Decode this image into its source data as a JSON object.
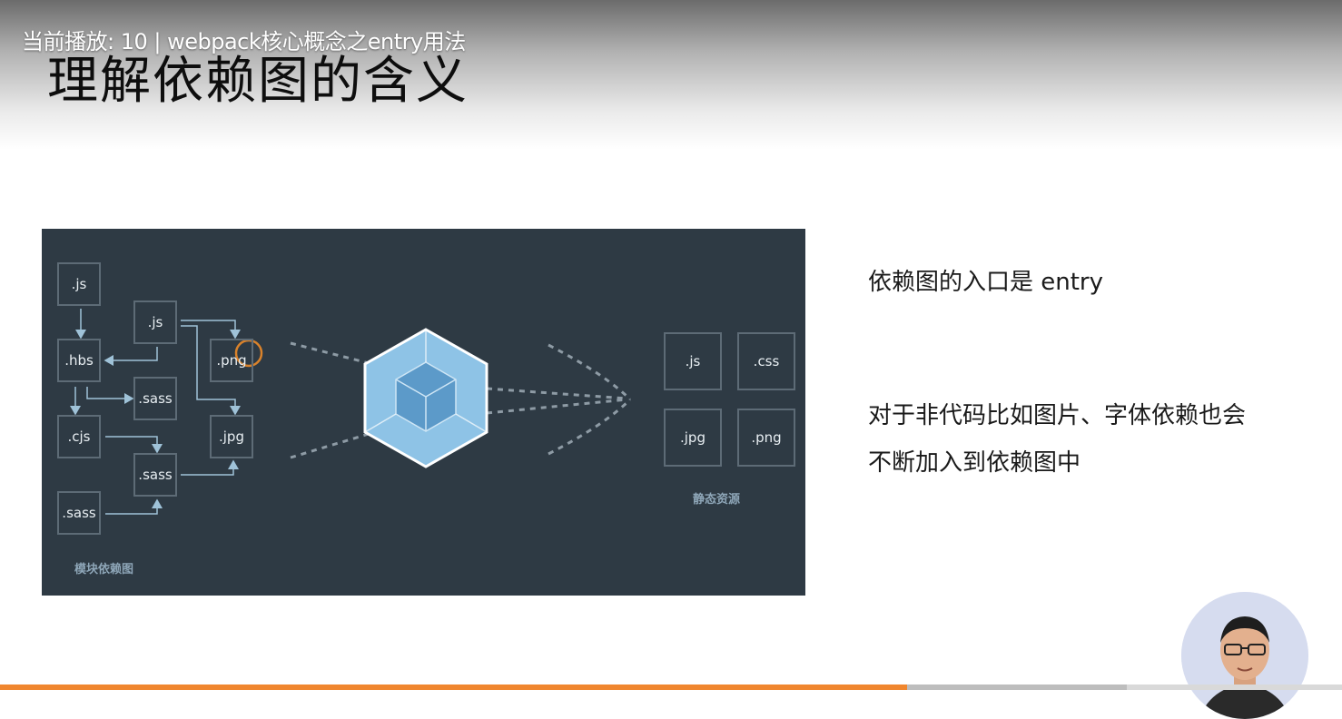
{
  "player": {
    "now_playing": "当前播放: 10 | webpack核心概念之entry用法",
    "progress_fraction": 0.676,
    "buffered_fraction": 0.84
  },
  "slide": {
    "title": "理解依赖图的含义",
    "diagram": {
      "modules": [
        ".js",
        ".js",
        ".hbs",
        ".png",
        ".sass",
        ".cjs",
        ".jpg",
        ".sass",
        ".sass"
      ],
      "assets": [
        ".js",
        ".css",
        ".jpg",
        ".png"
      ],
      "module_graph_label": "模块依赖图",
      "static_assets_label": "静态资源"
    },
    "notes": {
      "line1": "依赖图的入口是 entry",
      "line2": "对于非代码比如图片、字体依赖也会",
      "line3": "不断加入到依赖图中"
    }
  },
  "colors": {
    "diagram_bg": "#2e3a44",
    "progress": "#f0862e",
    "webpack_cube": "#8ec3e6"
  },
  "icons": {
    "logo": "webpack-cube-icon",
    "cursor": "cursor-highlight-ring"
  }
}
